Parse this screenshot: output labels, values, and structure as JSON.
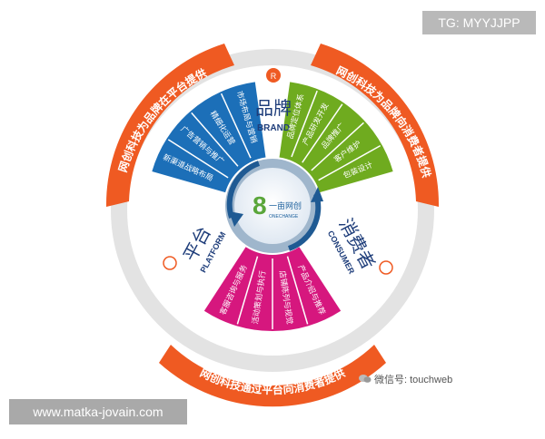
{
  "watermarks": {
    "top_right": "TG: MYYJJPP",
    "bottom_left": "www.matka-jovain.com"
  },
  "center": {
    "logo_text": "一亩网创",
    "logo_sub": "ONECHANGE"
  },
  "brand": {
    "title": "品牌",
    "subtitle": "BRAND",
    "badge": "R"
  },
  "platform": {
    "title": "平台",
    "subtitle": "PLATFORM"
  },
  "consumer": {
    "title": "消费者",
    "subtitle": "CONSUMER"
  },
  "ribbons": {
    "left": "网创科技为品牌在平台提供",
    "right": "网创科技为品牌向消费者提供",
    "bottom": "网创科技通过平台向消费者提供"
  },
  "blue_wedge": [
    "新渠道战略布局",
    "广告营销与推广",
    "精细化运营",
    "市场布局与营销"
  ],
  "green_wedge": [
    "品牌定位体系",
    "产品研发开发",
    "品牌推广",
    "客户维护",
    "包装设计"
  ],
  "magenta_wedge": [
    "产品介绍与推荐",
    "店铺陈列与视觉",
    "活动策划与执行",
    "客服咨询与服务"
  ],
  "footer": {
    "wechat": "微信号: touchweb"
  },
  "colors": {
    "blue": "#1c6fb8",
    "green": "#6fab1f",
    "magenta": "#d6177e",
    "orange": "#ef5a22",
    "gray_ring": "#d8d8d8",
    "navy_text": "#1e3d7a"
  }
}
